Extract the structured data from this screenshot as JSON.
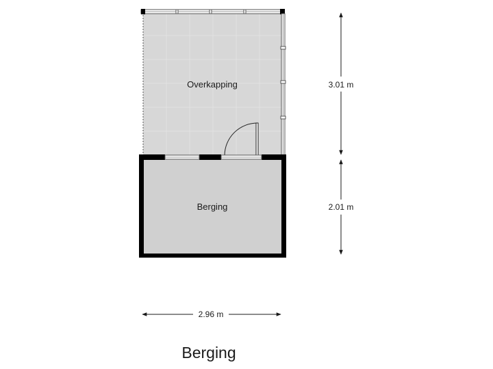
{
  "page": {
    "title": "Berging"
  },
  "rooms": {
    "overkapping": {
      "label": "Overkapping",
      "fill": "#d7d7d7"
    },
    "berging": {
      "label": "Berging",
      "fill": "#d0d0d0"
    }
  },
  "dimensions": {
    "overkapping_depth": "3.01 m",
    "berging_depth": "2.01 m",
    "width": "2.96 m"
  },
  "colors": {
    "wall": "#000000",
    "glass": "#ffffff",
    "tile_line": "#e4e4e4"
  }
}
